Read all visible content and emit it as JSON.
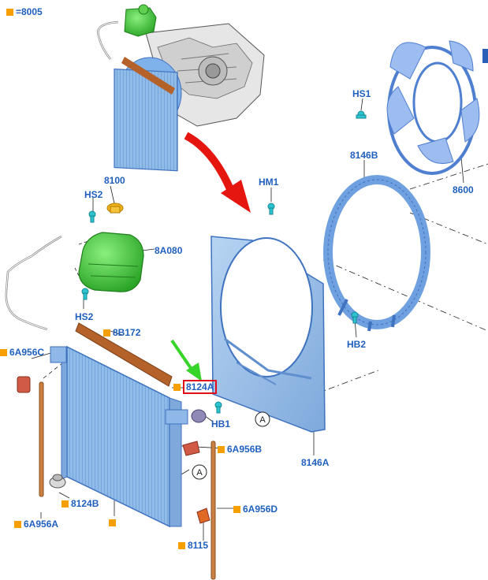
{
  "colors": {
    "label": "#1f5fbf",
    "marker": "#f5a000",
    "highlight": "#e0101a",
    "callout_arrow": "#37d42a",
    "flow_arrow": "#e4160f",
    "part_blue": "#8fb8e8",
    "reservoir_green": "#3fc83a",
    "seal_brown": "#b5612a"
  },
  "labels": {
    "p8005": "=8005",
    "p8100": "8100",
    "hs2_top": "HS2",
    "p8a080": "8A080",
    "hs2_bottom": "HS2",
    "p8b172": "8B172",
    "p6a956c": "6A956C",
    "p8124a": "8124A",
    "hb1": "HB1",
    "p6a956b": "6A956B",
    "p8124b": "8124B",
    "p6a956a": "6A956A",
    "p6a956d": "6A956D",
    "p8115": "8115",
    "hm1": "HM1",
    "p8146b": "8146B",
    "hs1": "HS1",
    "p8600": "8600",
    "hb2": "HB2",
    "p8146a": "8146A",
    "ref_a_shroud": "A",
    "ref_a_radiator": "A"
  },
  "icons": {
    "marker": "orange-square-marker",
    "reference": "circled-reference-letter"
  }
}
